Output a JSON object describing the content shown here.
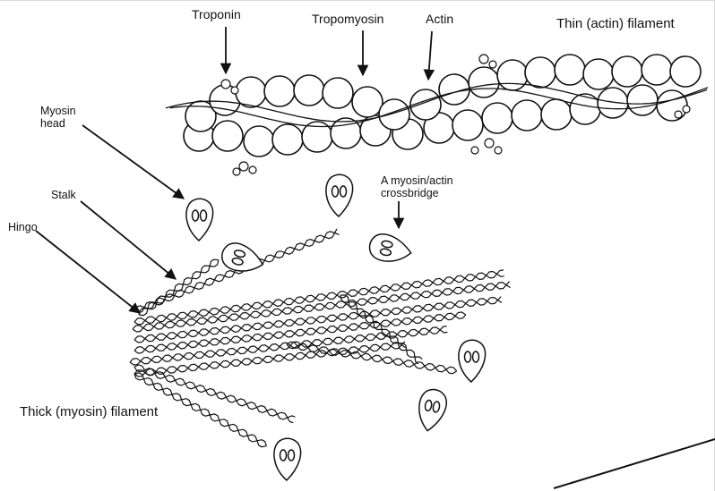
{
  "labels": {
    "troponin": "Troponin",
    "tropomyosin": "Tropomyosin",
    "actin": "Actin",
    "thin_filament": "Thin (actin) filament",
    "myosin_head_line1": "Myosin",
    "myosin_head_line2": "head",
    "stalk": "Stalk",
    "hinge": "Hingo",
    "crossbridge_line1": "A myosin/actin",
    "crossbridge_line2": "crossbridge",
    "thick_filament": "Thick (myosin) filament"
  },
  "colors": {
    "ink": "#111111",
    "background": "#ffffff"
  }
}
